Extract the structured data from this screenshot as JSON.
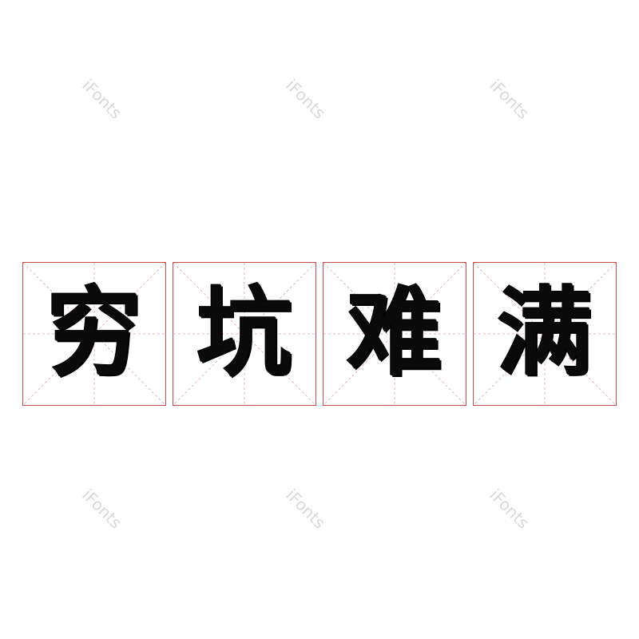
{
  "watermark": {
    "text": "iFonts"
  },
  "tiles": [
    {
      "char": "穷"
    },
    {
      "char": "坑"
    },
    {
      "char": "难"
    },
    {
      "char": "满"
    }
  ],
  "colors": {
    "grid_line": "#c94b4b",
    "glyph": "#0a0a0a",
    "watermark": "#d9d9d9",
    "background": "#ffffff"
  }
}
